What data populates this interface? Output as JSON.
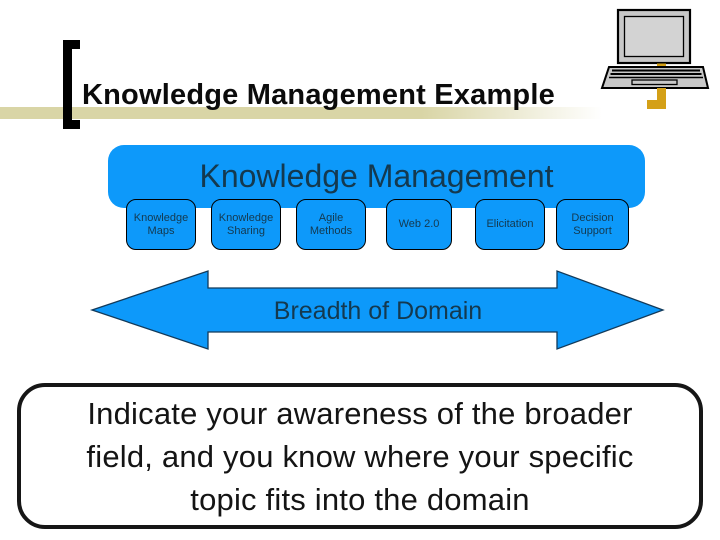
{
  "slide": {
    "title": "Knowledge Management Example",
    "diagram": {
      "main_label": "Knowledge Management",
      "sub_boxes": [
        "Knowledge Maps",
        "Knowledge Sharing",
        "Agile Methods",
        "Web 2.0",
        "Elicitation",
        "Decision Support"
      ],
      "arrow_label": "Breadth of Domain"
    },
    "note_lines": [
      "Indicate your awareness of the broader",
      "field, and you know where your specific",
      "topic fits into the domain"
    ],
    "icons": {
      "laptop": "laptop-icon",
      "bracket": "bracket-decoration"
    },
    "colors": {
      "accent_blue": "#0d99fa",
      "dark_text_on_blue": "#14394f",
      "tan_line": "#d9d5a6",
      "gold": "#d4a017",
      "border_black": "#000000"
    }
  }
}
